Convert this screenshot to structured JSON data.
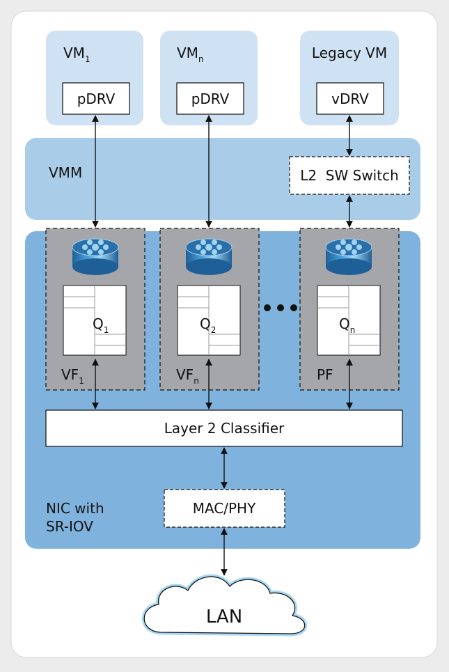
{
  "vms": [
    {
      "base": "VM",
      "sub": "1",
      "driver": "pDRV"
    },
    {
      "base": "VM",
      "sub": "n",
      "driver": "pDRV"
    },
    {
      "base": "Legacy VM",
      "sub": "",
      "driver": "vDRV"
    }
  ],
  "vmm": {
    "label": "VMM",
    "switch": "L2  SW Switch"
  },
  "functions": [
    {
      "base": "VF",
      "sub": "1",
      "queue_base": "Q",
      "queue_sub": "1"
    },
    {
      "base": "VF",
      "sub": "n",
      "queue_base": "Q",
      "queue_sub": "2"
    },
    {
      "base": "PF",
      "sub": "",
      "queue_base": "Q",
      "queue_sub": "n"
    }
  ],
  "classifier": "Layer 2 Classifier",
  "mac_phy": "MAC/PHY",
  "nic_label": {
    "line1": "NIC with",
    "line2": "SR-IOV"
  },
  "lan": "LAN",
  "colors": {
    "page_bg": "#ececec",
    "card": "#ffffff",
    "vm_box": "#cfe2f3",
    "vmm_band": "#a9cde9",
    "nic_band": "#7fb3de",
    "function_box": "#a4a6aa",
    "arrow": "#111111"
  }
}
